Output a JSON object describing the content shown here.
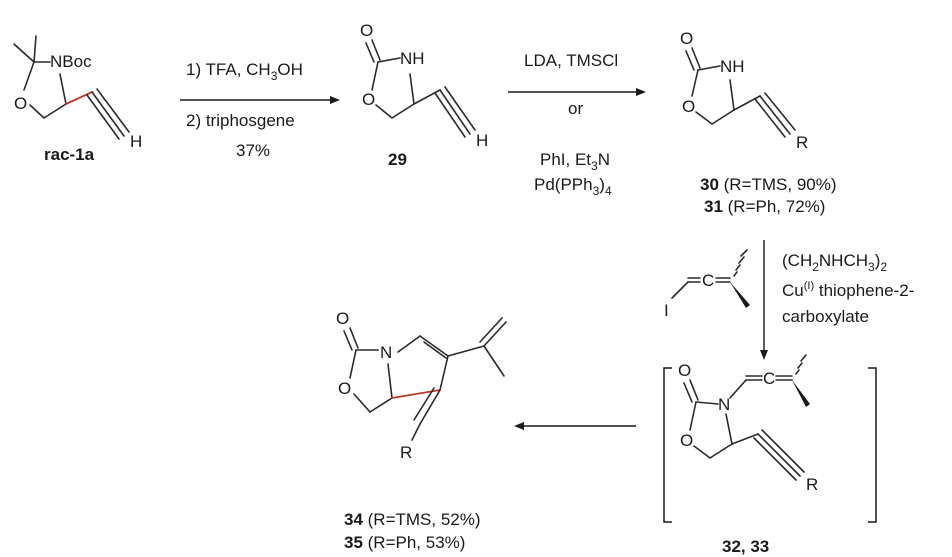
{
  "atoms": {
    "O": "O",
    "NH": "NH",
    "N": "N",
    "NBoc": "NBoc",
    "H": "H",
    "R": "R",
    "C": "C",
    "I": "I"
  },
  "compounds": {
    "rac1a": "rac-1a",
    "c29": "29",
    "c30": "30",
    "c30_detail": " (R=TMS, 90%)",
    "c31": "31",
    "c31_detail": " (R=Ph, 72%)",
    "c3233": "32, 33",
    "c34": "34",
    "c34_detail": " (R=TMS, 52%)",
    "c35": "35",
    "c35_detail": " (R=Ph, 53%)"
  },
  "step1": {
    "line1": "1) TFA, CH",
    "line1_sub": "3",
    "line1_end": "OH",
    "line2": "2) triphosgene",
    "yield": "37%"
  },
  "step2": {
    "top": "LDA, TMSCl",
    "or": "or",
    "bottom1": "PhI, Et",
    "bottom1_sub": "3",
    "bottom1_end": "N",
    "bottom2": "Pd(PPh",
    "bottom2_sub": "3",
    "bottom2_end": ")",
    "bottom2_sub2": "4"
  },
  "step3": {
    "line1": "(CH",
    "line1_sub": "2",
    "line1_mid": "NHCH",
    "line1_sub2": "3",
    "line1_end": ")",
    "line1_sub3": "2",
    "line2": "Cu",
    "line2_sup": "(I)",
    "line2_end": " thiophene-2-",
    "line3": "carboxylate"
  }
}
